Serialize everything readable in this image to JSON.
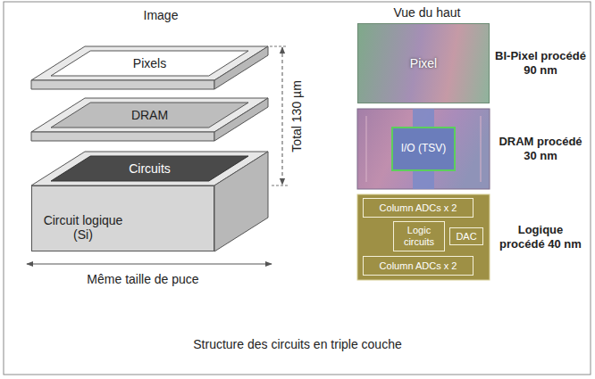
{
  "diagram": {
    "caption": "Structure des circuits en triple couche",
    "nodes": [
      {
        "text": [
          "Pixels"
        ]
      },
      {
        "text": [
          "DRAM"
        ]
      },
      {
        "text": [
          "Circuits"
        ]
      },
      {
        "text": [
          "Circuit logique (Si)"
        ]
      },
      {
        "text": [
          "Pixel"
        ]
      },
      {
        "text": [
          "I/O (TSV)"
        ]
      },
      {
        "text": [
          "Column ADCs x 2"
        ]
      },
      {
        "text": [
          "Logic circuits"
        ]
      },
      {
        "text": [
          "DAC"
        ]
      },
      {
        "text": [
          "Column ADCs x 2"
        ]
      }
    ],
    "labels": [
      "Image",
      "Vue du haut",
      "Total 130 µm",
      "Même taille de puce",
      "BI-Pixel procédé 90 nm",
      "DRAM procédé 30 nm",
      "Logique procédé 40 nm"
    ]
  }
}
